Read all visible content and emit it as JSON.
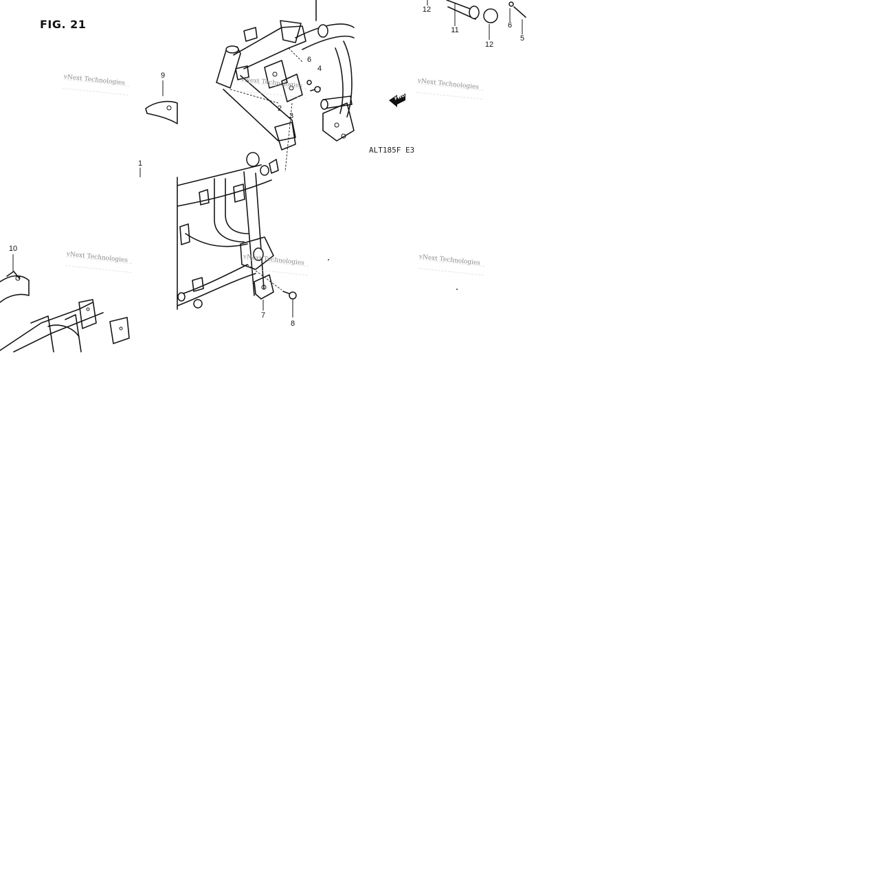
{
  "figure": {
    "title": "FIG. 21",
    "code": "ALT185F E3",
    "fwd_label": "FWD"
  },
  "watermark": {
    "text": "vNext Technologies"
  },
  "callouts": [
    {
      "id": "c12a",
      "label": "12"
    },
    {
      "id": "c11",
      "label": "11"
    },
    {
      "id": "c12b",
      "label": "12"
    },
    {
      "id": "c6a",
      "label": "6"
    },
    {
      "id": "c5",
      "label": "5"
    },
    {
      "id": "c9",
      "label": "9"
    },
    {
      "id": "c6b",
      "label": "6"
    },
    {
      "id": "c4",
      "label": "4"
    },
    {
      "id": "c2",
      "label": "2"
    },
    {
      "id": "c3",
      "label": "3"
    },
    {
      "id": "c1",
      "label": "1"
    },
    {
      "id": "c10",
      "label": "10"
    },
    {
      "id": "c7",
      "label": "7"
    },
    {
      "id": "c8",
      "label": "8"
    }
  ]
}
